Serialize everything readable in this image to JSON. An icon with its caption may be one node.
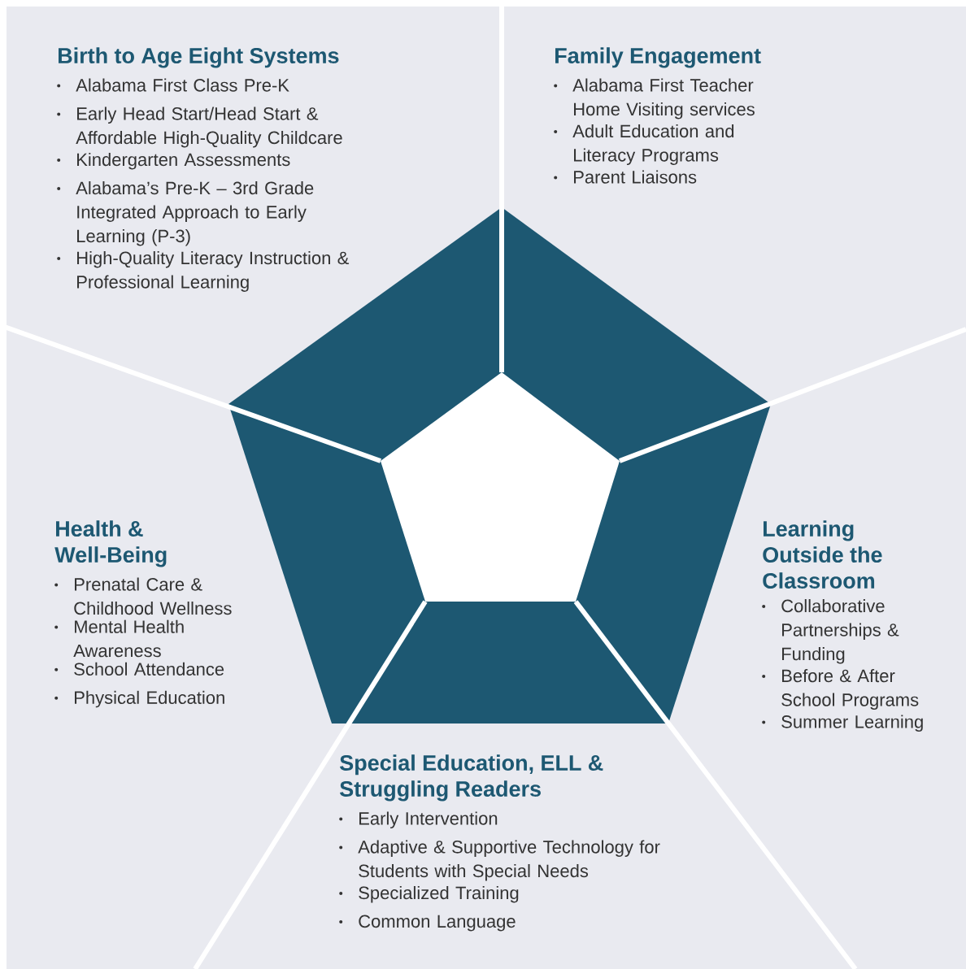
{
  "diagram": {
    "nodes": [
      {
        "text": [
          "Birth to Age Eight Systems",
          "Alabama First Class Pre-K",
          "Early Head Start/Head Start & Affordable High-Quality Childcare",
          "Kindergarten Assessments",
          "Alabama’s Pre-K – 3rd Grade Integrated Approach to Early Learning (P-3)",
          "High-Quality Literacy Instruction & Professional Learning"
        ]
      },
      {
        "text": [
          "Family Engagement",
          "Alabama First Teacher Home Visiting services",
          "Adult Education and Literacy Programs",
          "Parent Liaisons"
        ]
      },
      {
        "text": [
          "Health & Well-Being",
          "Prenatal Care & Childhood Wellness",
          "Mental Health Awareness",
          "School Attendance",
          "Physical Education"
        ]
      },
      {
        "text": [
          "Learning Outside the Classroom",
          "Collaborative Partnerships & Funding",
          "Before & After School Programs",
          "Summer Learning"
        ]
      },
      {
        "text": [
          "Special Education, ELL & Struggling Readers",
          "Early Intervention",
          "Adaptive & Supportive Technology for Students with Special Needs",
          "Specialized Training",
          "Common Language"
        ]
      }
    ]
  }
}
